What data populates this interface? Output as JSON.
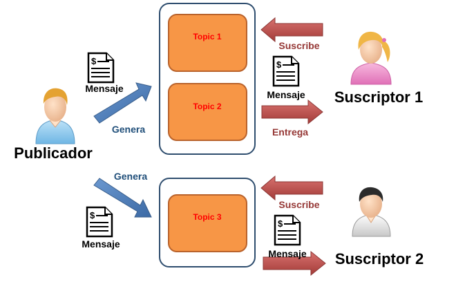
{
  "topics": [
    "Topic 1",
    "Topic 2",
    "Topic 3"
  ],
  "publisher": {
    "label": "Publicador",
    "message_labels": [
      "Mensaje",
      "Mensaje"
    ],
    "action_labels": [
      "Genera",
      "Genera"
    ]
  },
  "subscribers": [
    {
      "label": "Suscriptor 1",
      "subscribe_label": "Suscribe",
      "message_label": "Mensaje",
      "deliver_label": "Entrega"
    },
    {
      "label": "Suscriptor 2",
      "subscribe_label": "Suscribe",
      "message_label": "Mensaje"
    }
  ],
  "colors": {
    "topic_fill": "#f79646",
    "topic_border": "#b9622b",
    "topic_text": "#ff0000",
    "group_border": "#2e4d6e",
    "blue_arrow": "#4f81bd",
    "red_arrow": "#c0504d",
    "blue_label": "#1f4e79",
    "red_label": "#953735"
  }
}
